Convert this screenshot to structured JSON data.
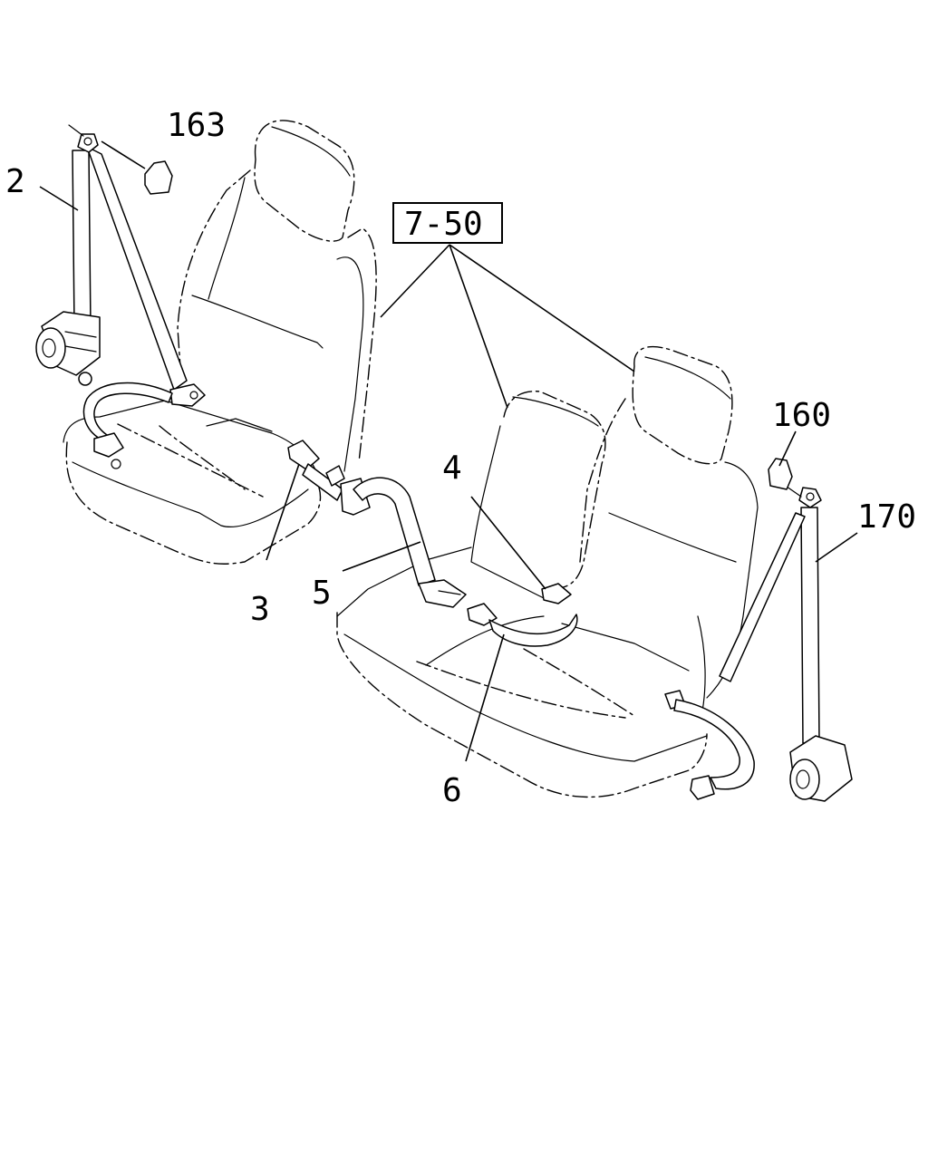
{
  "callouts": {
    "c2": "2",
    "c3": "3",
    "c4": "4",
    "c5": "5",
    "c6": "6",
    "c160": "160",
    "c163": "163",
    "c170": "170",
    "c750": "7-50"
  }
}
